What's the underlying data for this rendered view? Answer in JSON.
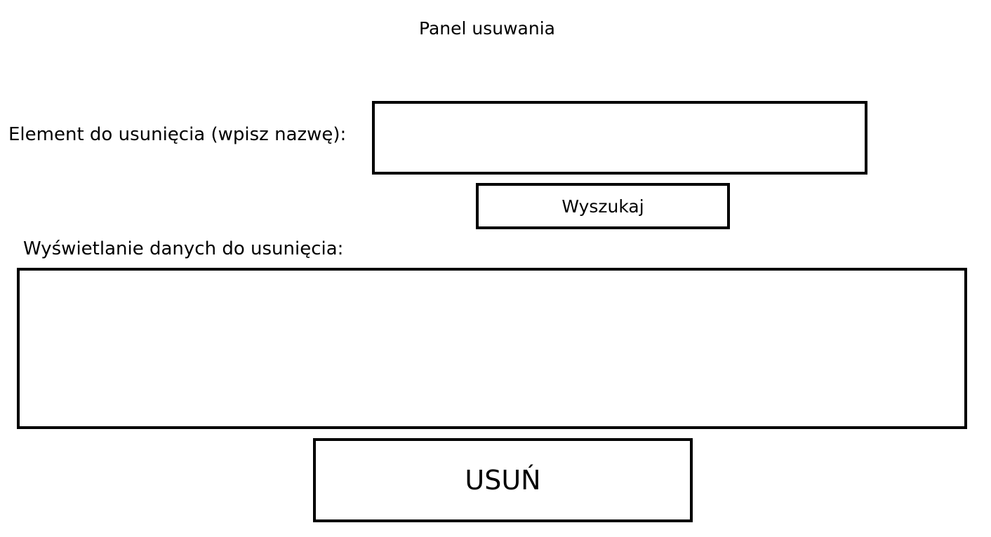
{
  "page": {
    "title": "Panel usuwania"
  },
  "search": {
    "label": "Element do usunięcia (wpisz nazwę):",
    "input_value": "",
    "input_placeholder": "",
    "button_label": "Wyszukaj"
  },
  "results": {
    "label": "Wyświetlanie danych do usunięcia:",
    "content": ""
  },
  "actions": {
    "delete_label": "USUŃ"
  },
  "colors": {
    "background": "#ffffff",
    "border": "#000000",
    "text": "#000000"
  }
}
